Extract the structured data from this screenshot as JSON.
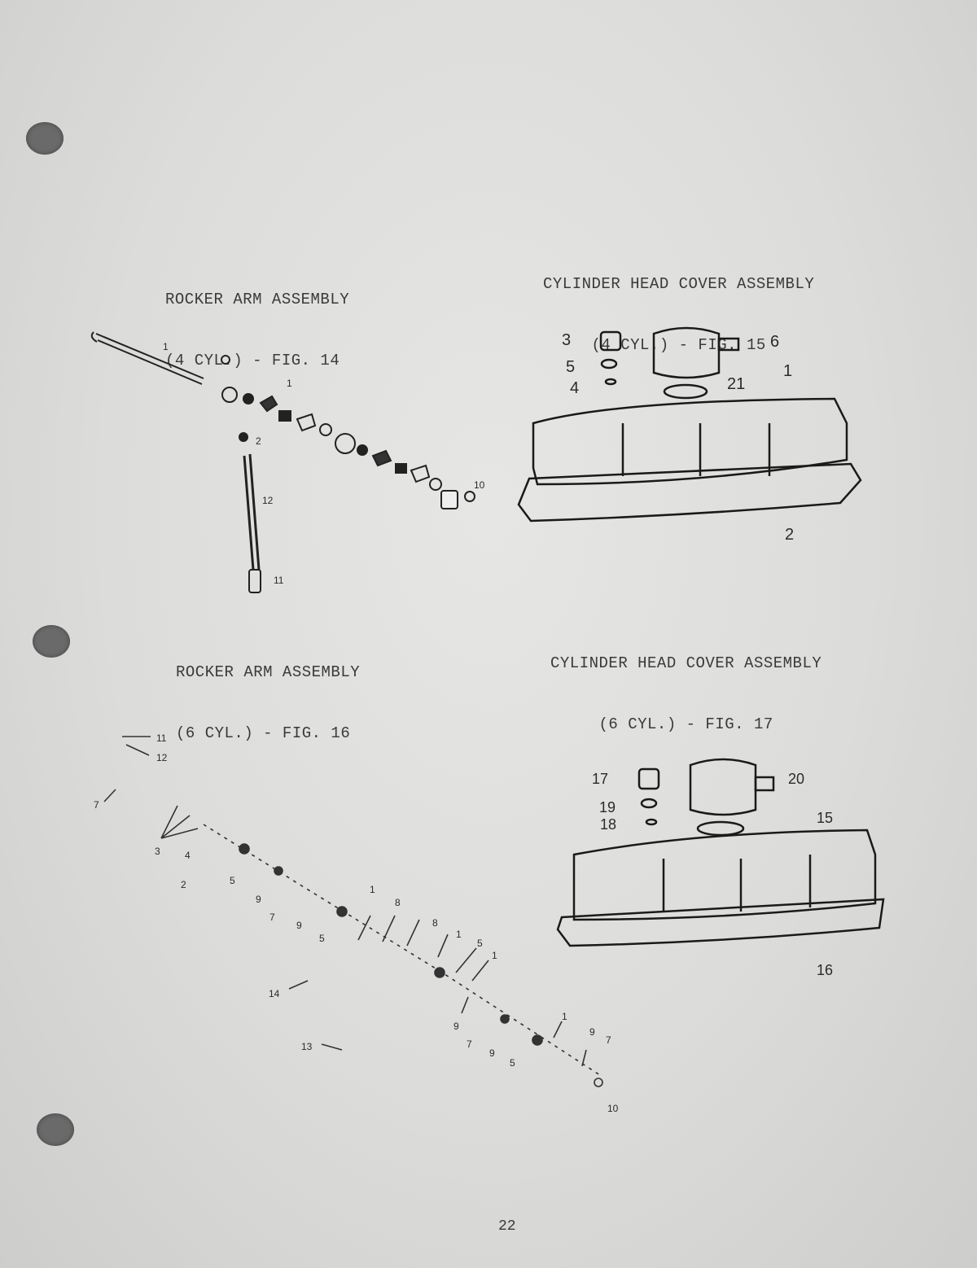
{
  "page": {
    "number": "22"
  },
  "fig14": {
    "title": "ROCKER ARM ASSEMBLY",
    "subtitle": "(4 CYL.) - FIG. 14",
    "callouts": [
      "1",
      "1",
      "12",
      "11",
      "10",
      "2"
    ]
  },
  "fig15": {
    "title": "CYLINDER HEAD COVER ASSEMBLY",
    "subtitle": "(4 CYL.) - FIG. 15",
    "callouts": [
      "3",
      "5",
      "4",
      "6",
      "1",
      "2",
      "21"
    ]
  },
  "fig16": {
    "title": "ROCKER ARM ASSEMBLY",
    "subtitle": "(6 CYL.) - FIG. 16",
    "callouts": [
      "11",
      "12",
      "7",
      "3",
      "4",
      "2",
      "5",
      "9",
      "7",
      "9",
      "5",
      "1",
      "8",
      "8",
      "1",
      "5",
      "1",
      "14",
      "13",
      "9",
      "7",
      "9",
      "5",
      "1",
      "9",
      "7",
      "10"
    ]
  },
  "fig17": {
    "title": "CYLINDER HEAD COVER ASSEMBLY",
    "subtitle": "(6 CYL.) - FIG. 17",
    "callouts": [
      "17",
      "19",
      "18",
      "20",
      "15",
      "16"
    ]
  }
}
